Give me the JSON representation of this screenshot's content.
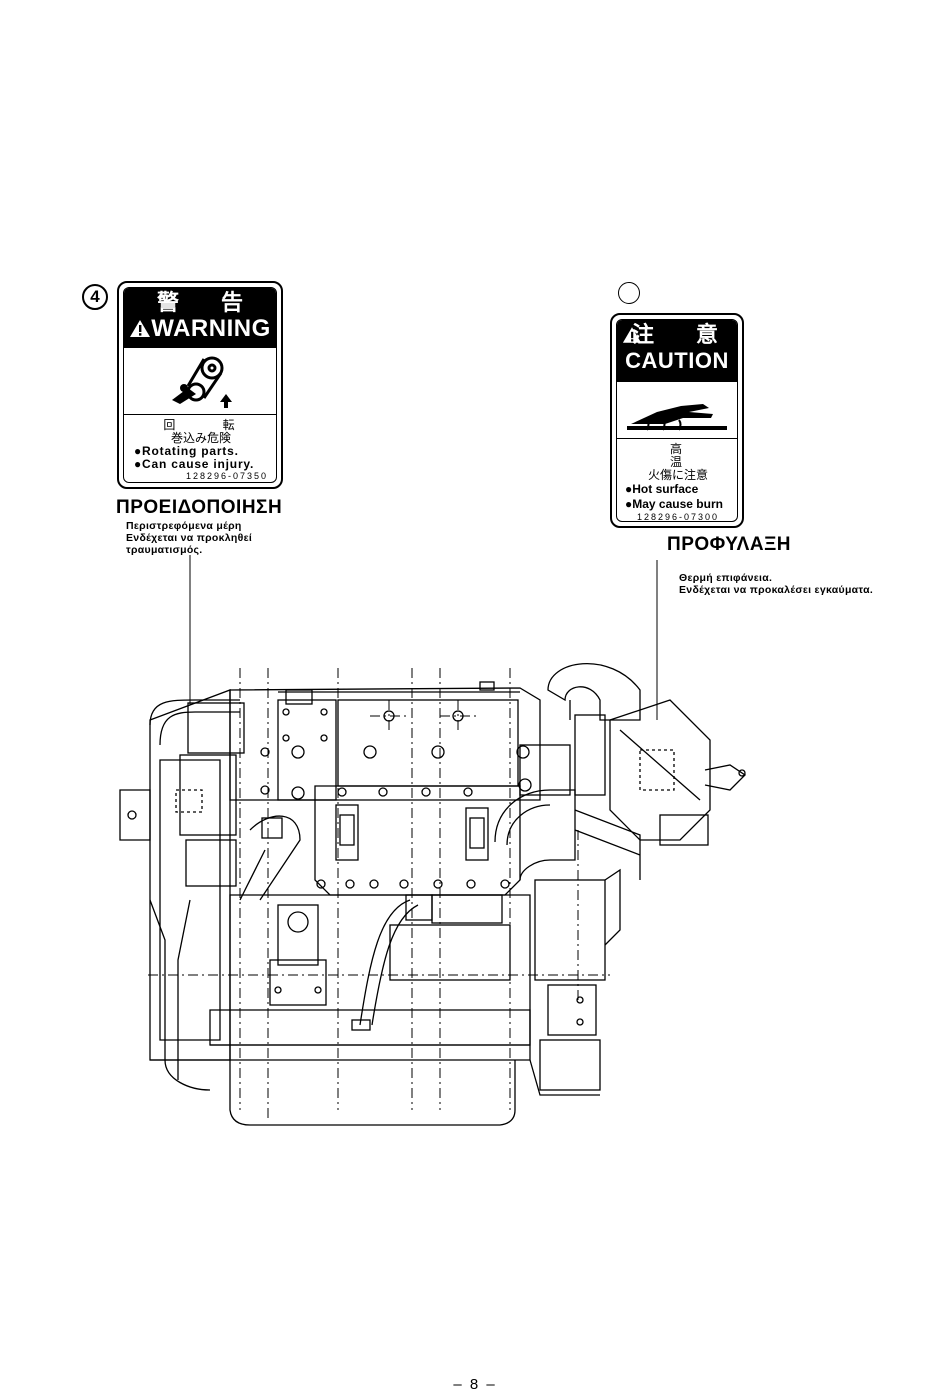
{
  "page": {
    "number": "– 8 –"
  },
  "labels": [
    {
      "number": "4",
      "decal": {
        "jp_title": "警 告",
        "en_title": "WARNING",
        "jp_line1": "回 転",
        "jp_line2": "巻込み危険",
        "bullet1": "●Rotating parts.",
        "bullet2": "●Can cause injury.",
        "code": "128296-07350"
      },
      "greek_heading": "ΠΡΟΕΙΔΟΠΟΙΗΣΗ",
      "greek_lines": [
        "Περιστρεφόμενα μέρη",
        "Ενδέχεται να προκληθεί",
        "τραυματισμός."
      ]
    },
    {
      "number": "",
      "decal": {
        "jp_title": "注 意",
        "en_title": "CAUTION",
        "jp_line1": "高 温",
        "jp_line2": "火傷に注意",
        "bullet1": "●Hot surface",
        "bullet2": "●May cause burn",
        "code": "128296-07300"
      },
      "greek_heading": "ΠΡΟΦΥΛΑΞΗ",
      "greek_lines": [
        "Θερμή επιφάνεια.",
        "Ενδέχεται να προκαλέσει εγκαύματα."
      ]
    }
  ]
}
